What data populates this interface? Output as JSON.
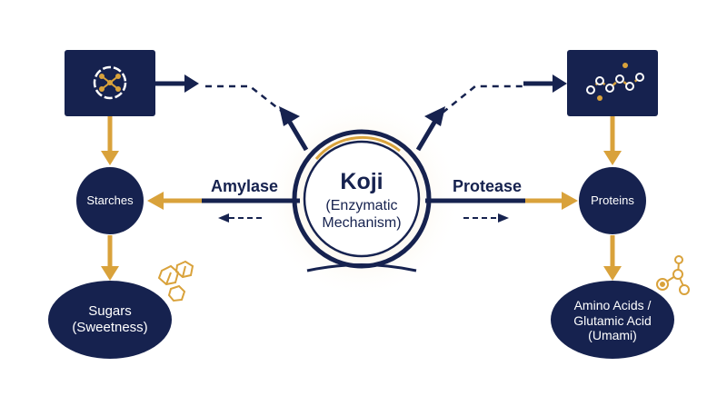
{
  "center": {
    "title": "Koji",
    "subtitle": "(Enzymatic\nMechanism)"
  },
  "enzymes": {
    "left": "Amylase",
    "right": "Protease"
  },
  "nodes": {
    "starches": "Starches",
    "sugars": "Sugars\n(Sweetness)",
    "proteins": "Proteins",
    "amino": "Amino Acids /\nGlutamic Acid\n(Umami)"
  },
  "icons": {
    "left_box": "starch-molecule-icon",
    "right_box": "protein-chain-icon",
    "sugar_crystals": "sugar-crystals-icon",
    "amino_molecule": "amino-molecule-icon"
  },
  "colors": {
    "navy": "#16224f",
    "gold": "#d9a23b",
    "white": "#ffffff"
  }
}
